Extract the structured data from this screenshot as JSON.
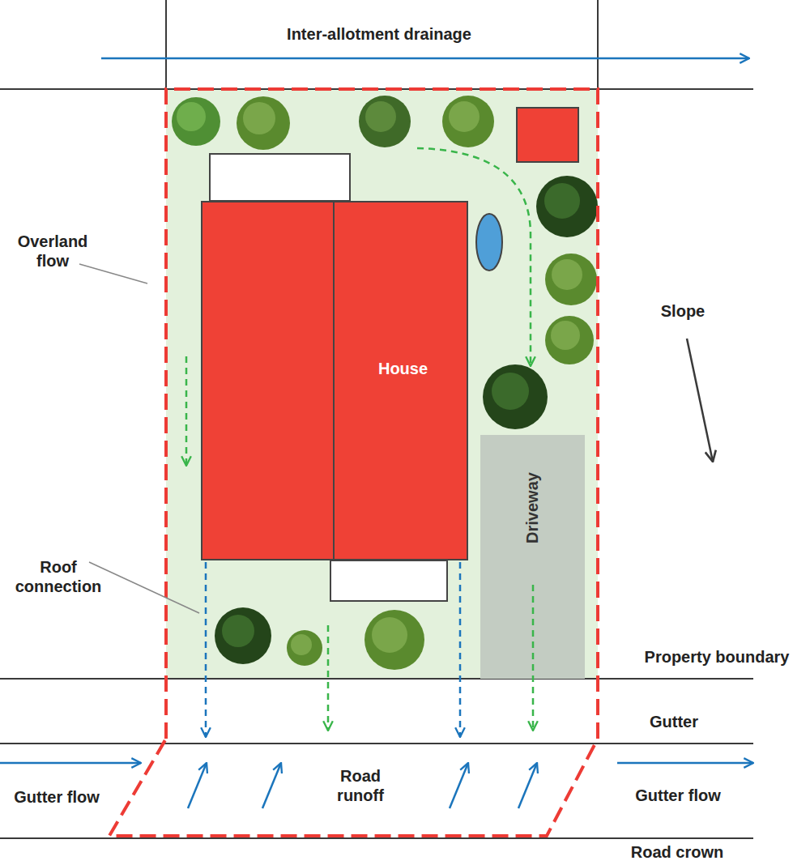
{
  "diagram": {
    "nodes": [
      {
        "text": [
          "House"
        ]
      },
      {
        "text": [
          "Driveway"
        ]
      }
    ],
    "labels": [
      "Inter-allotment drainage",
      "Overland flow",
      "Slope",
      "Roof connection",
      "Property boundary",
      "Gutter",
      "Gutter flow",
      "Road runoff",
      "Gutter flow",
      "Road crown"
    ]
  }
}
